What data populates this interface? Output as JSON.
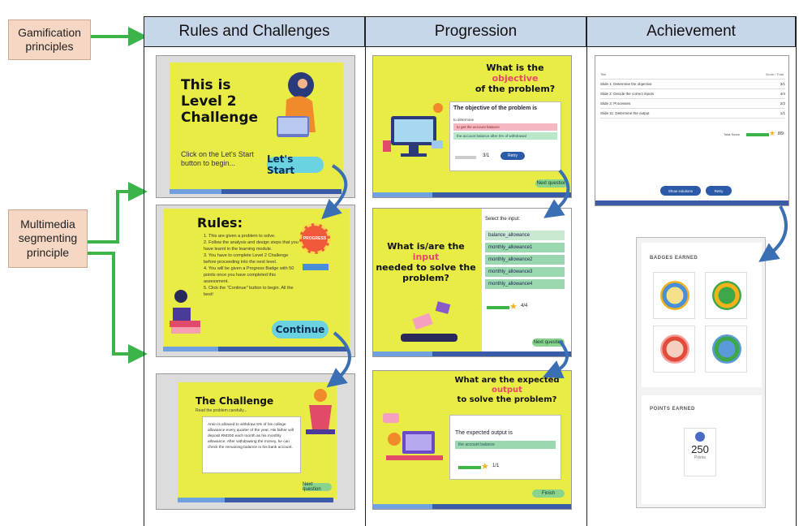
{
  "side_labels": {
    "gamification": "Gamification\nprinciples",
    "multimedia": "Multimedia\nsegmenting\nprinciple"
  },
  "columns": {
    "rules": "Rules and Challenges",
    "progression": "Progression",
    "achievement": "Achievement"
  },
  "rules_col": {
    "slide1": {
      "title_l1": "This is",
      "title_l2": "Level 2",
      "title_l3": "Challenge",
      "subtitle": "Click on the Let's Start button to begin...",
      "button": "Let's Start"
    },
    "slide2": {
      "title": "Rules:",
      "items": [
        "1. This are given a problem to solve.",
        "2. Follow the analysis and design steps that you have learnt in the learning module.",
        "3. You have to complete Level 2 Challenge before proceeding into the next level.",
        "4. You will be given a Progress Badge with 50 points once you have completed this assessment.",
        "5. Click the \"Continue\" button to begin. All the best!"
      ],
      "badge_text": "PROGRESS",
      "button": "Continue"
    },
    "slide3": {
      "title": "The Challenge",
      "subtitle": "Read the problem carefully...",
      "body": "Amin is allowed to withdraw 5% of his college allowance every quarter of the year. His father will deposit RM200 each month as his monthly allowance. After withdrawing the money, he can check the remaining balance in his bank account.",
      "button": "Next question"
    }
  },
  "progression_col": {
    "slide1": {
      "title_l1": "What is the",
      "title_l2": "objective",
      "title_l3": "of the problem?",
      "card_title": "The objective of the problem is",
      "q_label": "to determine",
      "opt1": "to get the account balance",
      "opt2": "the account balance after 5% of withdrawal",
      "score": "3/1",
      "retry": "Retry",
      "button": "Next question"
    },
    "slide2": {
      "title_l1": "What is/are the",
      "title_l2": "input",
      "title_l3": "needed to solve the",
      "title_l4": "problem?",
      "panel_title": "Select the input:",
      "header": "balance_allowance",
      "rows": [
        "monthly_allowance1",
        "monthly_allowance2",
        "monthly_allowance3",
        "monthly_allowance4"
      ],
      "score": "4/4",
      "button": "Next question"
    },
    "slide3": {
      "title_l1": "What are the expected",
      "title_l2": "output",
      "title_l3": "to solve the problem?",
      "card_title": "The expected output is",
      "row": "the account balance",
      "score": "1/1",
      "button": "Finish"
    }
  },
  "achievement_col": {
    "summary": {
      "col_title": "Title",
      "col_score": "Score / Total",
      "rows": [
        {
          "label": "Slide 1: Determine the objective",
          "score": "3/1"
        },
        {
          "label": "Slide 2: Decide the correct inputs",
          "score": "4/4"
        },
        {
          "label": "Slide 3: Processes",
          "score": "2/2"
        },
        {
          "label": "Slide 11: Determine the output",
          "score": "1/1"
        }
      ],
      "total_label": "Total Score",
      "total_score": "8/9",
      "btn_solutions": "Show solutions",
      "btn_retry": "Retry"
    },
    "badges": {
      "title": "BADGES EARNED",
      "points_title": "POINTS EARNED",
      "points_value": "250",
      "points_unit": "Points"
    }
  },
  "colors": {
    "slide_yellow": "#e8ec44",
    "header_blue": "#c8d6ea",
    "label_peach": "#f6d7c3",
    "arrow_green": "#3cb44a",
    "arrow_blue": "#3a6fb3",
    "accent_pink": "#e9446a"
  }
}
